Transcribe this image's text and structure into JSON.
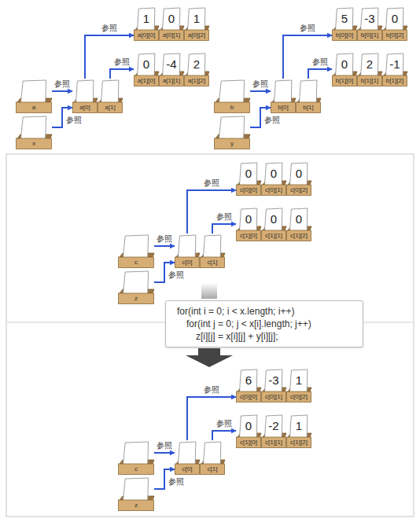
{
  "diagram": {
    "nodes": [
      {
        "text": [
          "1",
          "a[0][0]"
        ]
      },
      {
        "text": [
          "0",
          "a[0][1]"
        ]
      },
      {
        "text": [
          "1",
          "a[0][2]"
        ]
      },
      {
        "text": [
          "0",
          "a[1][0]"
        ]
      },
      {
        "text": [
          "-4",
          "a[1][1]"
        ]
      },
      {
        "text": [
          "2",
          "a[1][2]"
        ]
      },
      {
        "text": [
          "a"
        ]
      },
      {
        "text": [
          "a[0]"
        ]
      },
      {
        "text": [
          "a[1]"
        ]
      },
      {
        "text": [
          "x"
        ]
      },
      {
        "text": [
          "5",
          "b[0][0]"
        ]
      },
      {
        "text": [
          "-3",
          "b[0][1]"
        ]
      },
      {
        "text": [
          "0",
          "b[0][2]"
        ]
      },
      {
        "text": [
          "0",
          "b[1][0]"
        ]
      },
      {
        "text": [
          "2",
          "b[1][1]"
        ]
      },
      {
        "text": [
          "-1",
          "b[1][2]"
        ]
      },
      {
        "text": [
          "b"
        ]
      },
      {
        "text": [
          "b[0]"
        ]
      },
      {
        "text": [
          "b[1]"
        ]
      },
      {
        "text": [
          "y"
        ]
      },
      {
        "text": [
          "0",
          "c[0][0]"
        ]
      },
      {
        "text": [
          "0",
          "c[0][1]"
        ]
      },
      {
        "text": [
          "0",
          "c[0][2]"
        ]
      },
      {
        "text": [
          "0",
          "c[1][0]"
        ]
      },
      {
        "text": [
          "0",
          "c[1][1]"
        ]
      },
      {
        "text": [
          "0",
          "c[1][2]"
        ]
      },
      {
        "text": [
          "c"
        ]
      },
      {
        "text": [
          "c[0]"
        ]
      },
      {
        "text": [
          "c[1]"
        ]
      },
      {
        "text": [
          "z"
        ]
      },
      {
        "text": [
          "for(int i = 0; i < x.length; i++)",
          "for(int j = 0; j < x[i].length; j++)",
          "z[i][j] = x[i][j] + y[i][j];"
        ]
      },
      {
        "text": [
          "6",
          "c[0][0]"
        ]
      },
      {
        "text": [
          "-3",
          "c[0][1]"
        ]
      },
      {
        "text": [
          "1",
          "c[0][2]"
        ]
      },
      {
        "text": [
          "0",
          "c[1][0]"
        ]
      },
      {
        "text": [
          "-2",
          "c[1][1]"
        ]
      },
      {
        "text": [
          "1",
          "c[1][2]"
        ]
      },
      {
        "text": [
          "c"
        ]
      },
      {
        "text": [
          "c[0]"
        ]
      },
      {
        "text": [
          "c[1]"
        ]
      },
      {
        "text": [
          "z"
        ]
      }
    ],
    "edges": [
      {
        "from": 6,
        "to": 7,
        "arrow": "to",
        "label": "参照"
      },
      {
        "from": 9,
        "to": 7,
        "arrow": "to",
        "label": "参照"
      },
      {
        "from": 7,
        "to": 0,
        "arrow": "to",
        "label": "参照"
      },
      {
        "from": 8,
        "to": 3,
        "arrow": "to",
        "label": "参照"
      },
      {
        "from": 16,
        "to": 17,
        "arrow": "to",
        "label": "参照"
      },
      {
        "from": 19,
        "to": 17,
        "arrow": "to",
        "label": "参照"
      },
      {
        "from": 17,
        "to": 10,
        "arrow": "to",
        "label": "参照"
      },
      {
        "from": 18,
        "to": 13,
        "arrow": "to",
        "label": "参照"
      },
      {
        "from": 26,
        "to": 27,
        "arrow": "to",
        "label": "参照"
      },
      {
        "from": 29,
        "to": 27,
        "arrow": "to",
        "label": "参照"
      },
      {
        "from": 27,
        "to": 20,
        "arrow": "to",
        "label": "参照"
      },
      {
        "from": 28,
        "to": 23,
        "arrow": "to",
        "label": "参照"
      },
      {
        "from": 37,
        "to": 38,
        "arrow": "to",
        "label": "参照"
      },
      {
        "from": 40,
        "to": 38,
        "arrow": "to",
        "label": "参照"
      },
      {
        "from": 38,
        "to": 31,
        "arrow": "to",
        "label": "参照"
      },
      {
        "from": 39,
        "to": 34,
        "arrow": "to",
        "label": "参照"
      }
    ]
  }
}
